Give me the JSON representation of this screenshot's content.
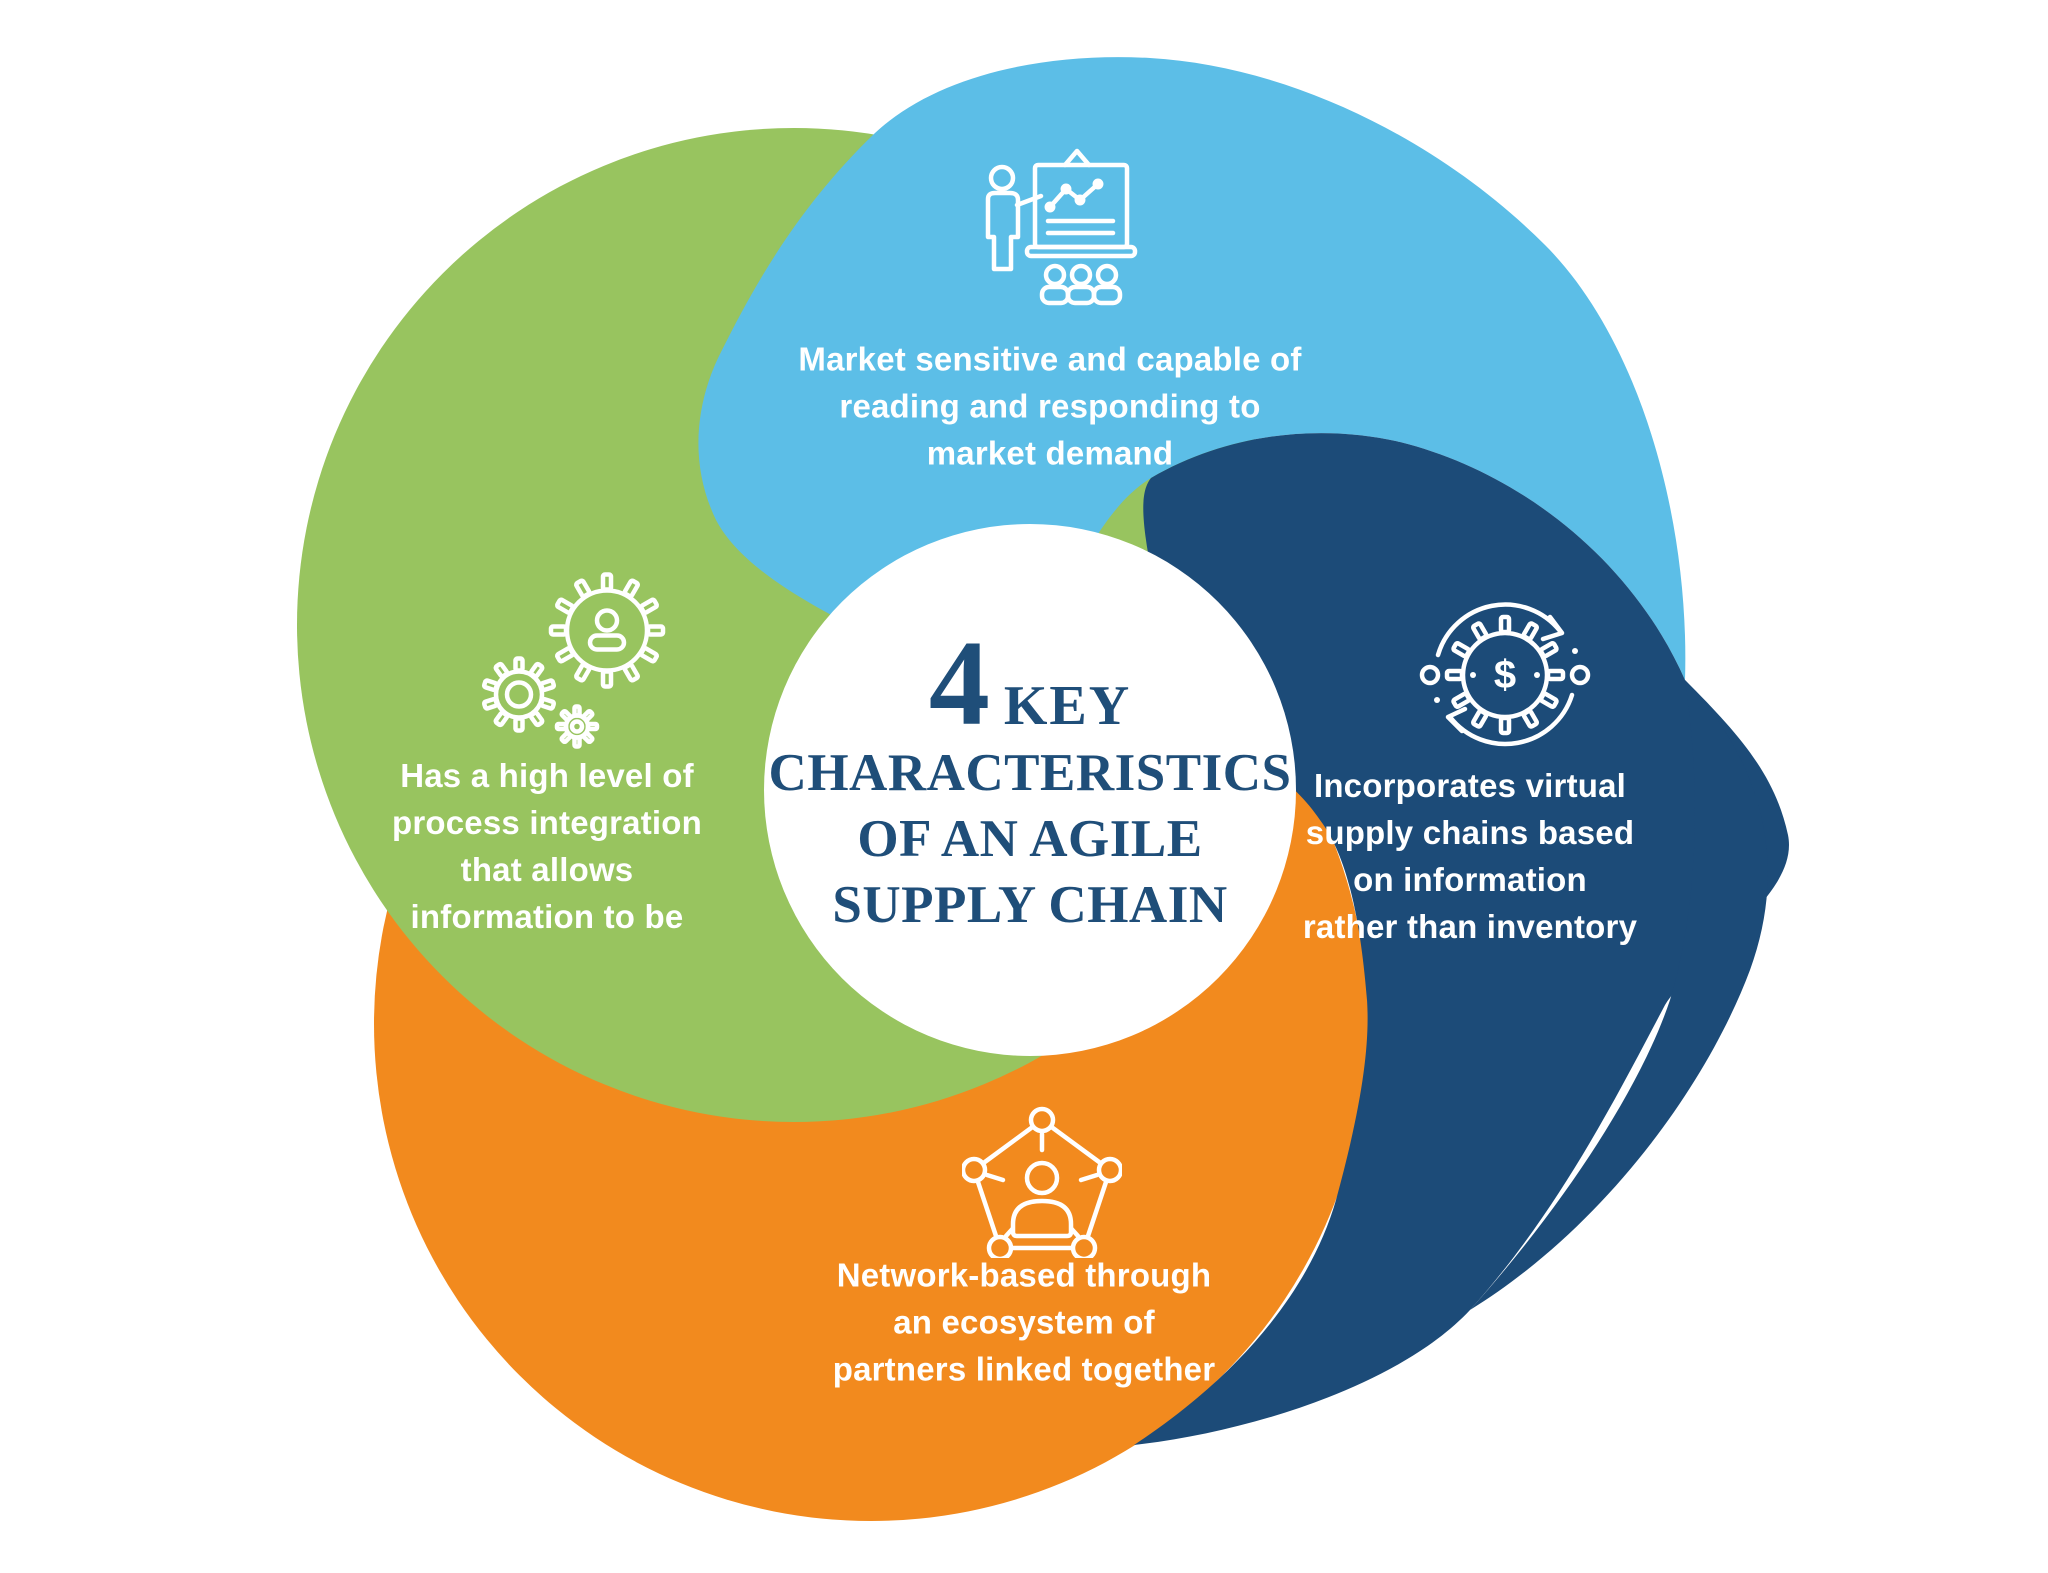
{
  "title": {
    "number": "4",
    "keyword": "KEY",
    "line2": "CHARACTERISTICS",
    "line3": "OF AN AGILE",
    "line4": "SUPPLY CHAIN"
  },
  "segments": {
    "top": {
      "name": "market-sensitive",
      "icon": "presentation-icon",
      "lines": [
        "Market sensitive and capable of",
        "reading and responding to",
        "market demand"
      ]
    },
    "right": {
      "name": "virtual-supply-chains",
      "icon": "dollar-cycle-icon",
      "lines": [
        "Incorporates virtual",
        "supply chains based",
        "on information",
        "rather than inventory"
      ]
    },
    "bottom": {
      "name": "network-based",
      "icon": "network-pentagon-icon",
      "lines": [
        "Network-based through",
        "an ecosystem of",
        "partners linked together"
      ]
    },
    "left": {
      "name": "process-integration",
      "icon": "process-gears-icon",
      "lines": [
        "Has a high level of",
        "process integration",
        "that allows",
        "information to be"
      ]
    }
  },
  "icons": {
    "dollar_glyph": "$"
  },
  "colors": {
    "background": "#FFFFFF",
    "center_disc": "#FFFFFF",
    "title_text": "#1F4E79",
    "segment_text": "#FFFFFF",
    "light_blue": "#5CBEE7",
    "navy": "#1C4B78",
    "orange": "#F28A1E",
    "green": "#98C45F",
    "icon_stroke": "#FFFFFF"
  }
}
